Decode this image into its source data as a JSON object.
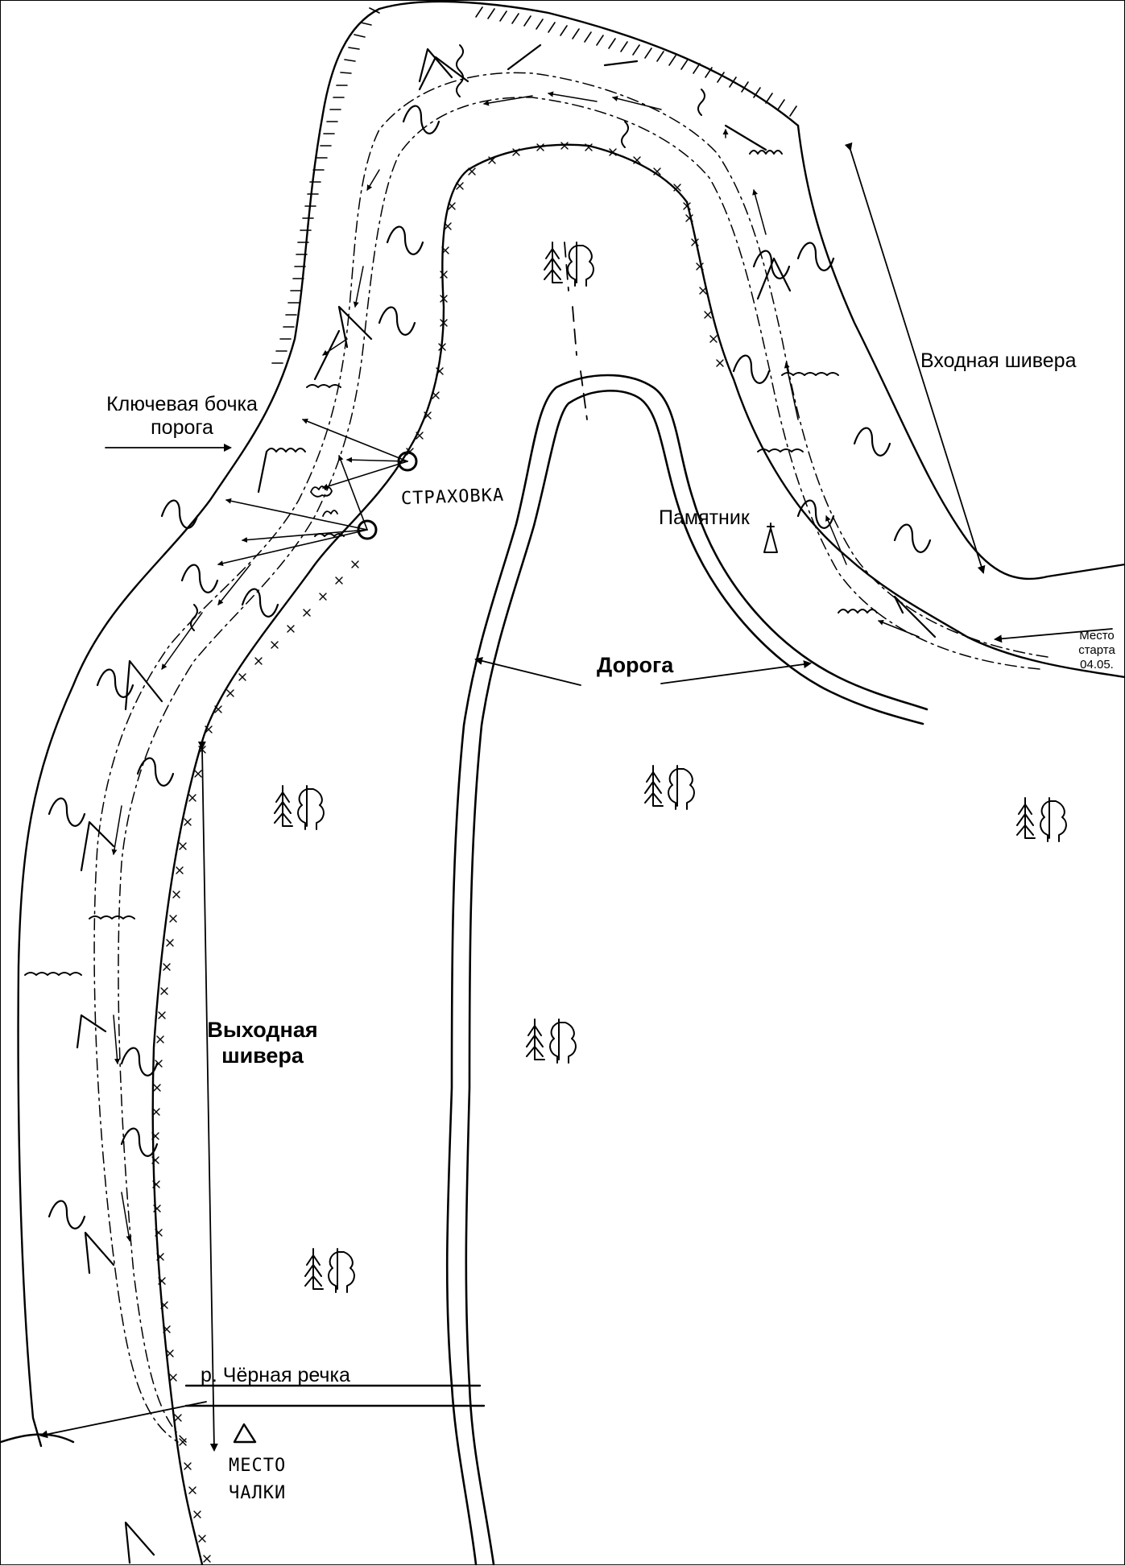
{
  "map": {
    "labels": {
      "entry_shivera": "Входная шивера",
      "key_barrel_line1": "Ключевая бочка",
      "key_barrel_line2": "порога",
      "insurance": "СТРАХОВКА",
      "monument": "Памятник",
      "road": "Дорога",
      "start_line1": "Место",
      "start_line2": "старта",
      "start_line3": "04.05.",
      "exit_shivera_line1": "Выходная",
      "exit_shivera_line2": "шивера",
      "river": "р. Чёрная речка",
      "parking_line1": "МЕСТО",
      "parking_line2": "ЧАЛКИ"
    },
    "colors": {
      "ink": "#000000",
      "paper": "#ffffff"
    },
    "icons": [
      "tree-icon",
      "monument-icon",
      "camp-triangle-icon",
      "wave-icon",
      "rock-icon"
    ]
  }
}
